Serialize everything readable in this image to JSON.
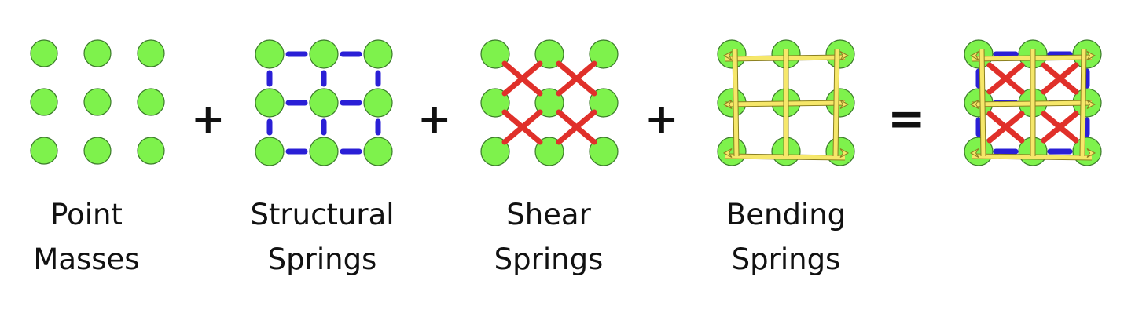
{
  "colors": {
    "mass_fill": "#7ef24c",
    "mass_stroke": "#3b7a2a",
    "structural": "#2a1fd6",
    "shear": "#e0302a",
    "bending_fill": "#f6e76a",
    "bending_stroke": "#8c8020",
    "text": "#111111"
  },
  "panels": [
    {
      "id": "point-masses",
      "label_line1": "Point",
      "label_line2": "Masses"
    },
    {
      "id": "structural-springs",
      "label_line1": "Structural",
      "label_line2": "Springs"
    },
    {
      "id": "shear-springs",
      "label_line1": "Shear",
      "label_line2": "Springs"
    },
    {
      "id": "bending-springs",
      "label_line1": "Bending",
      "label_line2": "Springs"
    },
    {
      "id": "combined",
      "label_line1": "",
      "label_line2": ""
    }
  ],
  "operators": {
    "plus1": "+",
    "plus2": "+",
    "plus3": "+",
    "equals": "="
  }
}
